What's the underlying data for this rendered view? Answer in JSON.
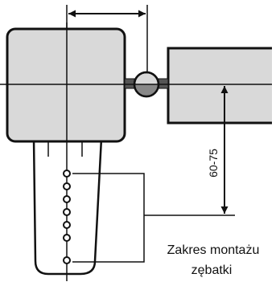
{
  "diagram": {
    "dimension_label": "60-75",
    "caption_line1": "Zakres montażu",
    "caption_line2": "zębatki",
    "colors": {
      "line": "#111111",
      "box_fill": "#d9d9d9",
      "bracket_fill": "#ffffff",
      "background": "#ffffff"
    }
  }
}
